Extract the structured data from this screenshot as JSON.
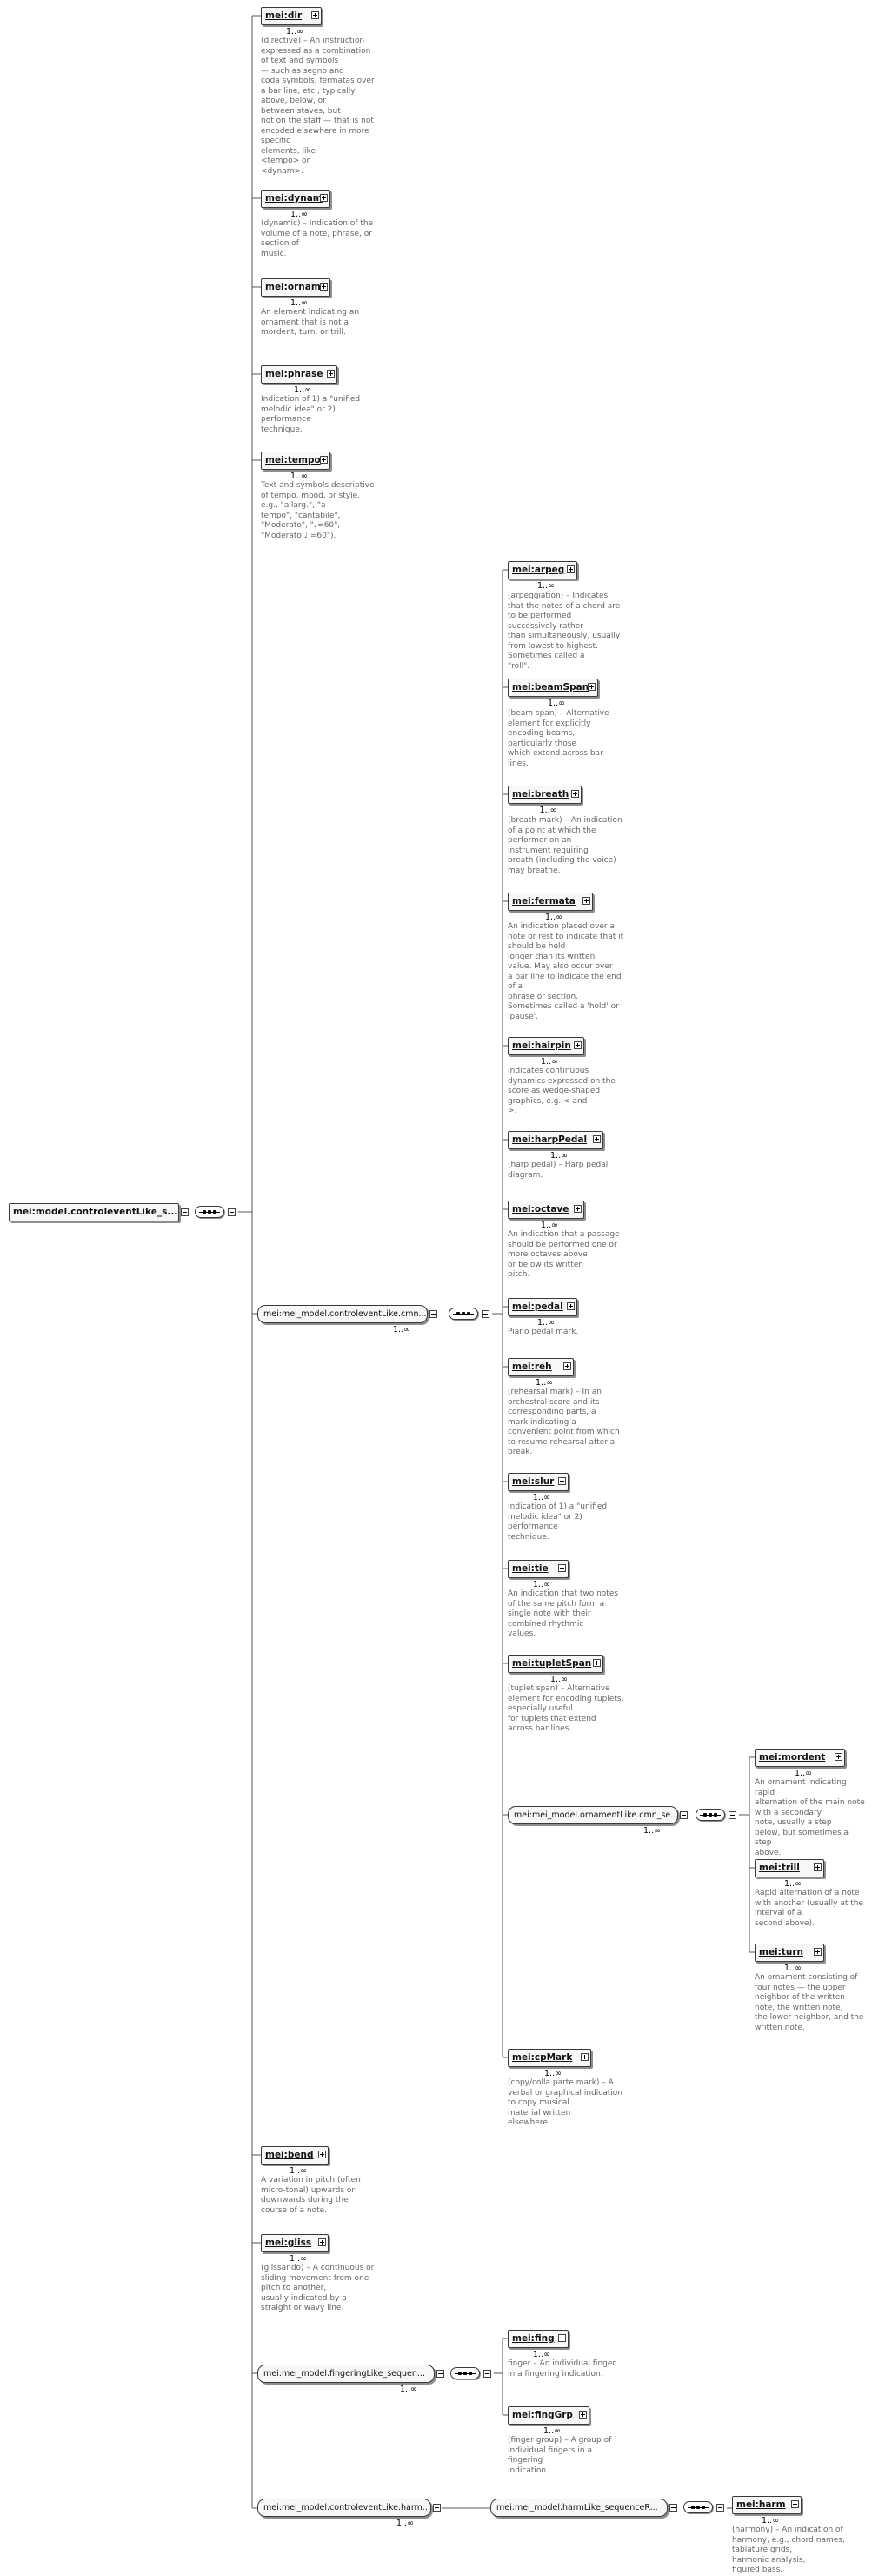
{
  "diagram": {
    "root": {
      "label": "mei:model.controleventLike_s..."
    },
    "elements": [
      {
        "id": "dir",
        "label": "mei:dir",
        "cardinality": "1..∞",
        "doc": "(directive) – An instruction\nexpressed as a combination\nof text and symbols\n        — such as segno and\ncoda symbols, fermatas over\na bar line, etc., typically\nabove, below, or\n        between staves, but\nnot on the staff — that is not\nencoded elsewhere in more\nspecific\n        elements, like\n&lt;tempo&gt; or\n&lt;dynam&gt;."
      },
      {
        "id": "dynam",
        "label": "mei:dynam",
        "cardinality": "1..∞",
        "doc": "(dynamic) – Indication of the\nvolume of a note, phrase, or\nsection of\n        music."
      },
      {
        "id": "ornam",
        "label": "mei:ornam",
        "cardinality": "1..∞",
        "doc": "An element indicating an\nornament that is not a\nmordent, turn, or trill."
      },
      {
        "id": "phrase",
        "label": "mei:phrase",
        "cardinality": "1..∞",
        "doc": "Indication of 1) a \"unified\nmelodic idea\" or 2)\nperformance\n        technique."
      },
      {
        "id": "tempo",
        "label": "mei:tempo",
        "cardinality": "1..∞",
        "doc": "Text and symbols descriptive\nof tempo, mood, or style,\ne.g., \"allarg.\", \"a\n        tempo\", \"cantabile\",\n\"Moderato\", \"♩=60\",\n\"Moderato ♩ =60\")."
      },
      {
        "id": "arpeg",
        "label": "mei:arpeg",
        "cardinality": "1..∞",
        "doc": "(arpeggiation) – Indicates\nthat the notes of a chord are\nto be performed\n        successively rather\nthan simultaneously, usually\nfrom lowest to highest.\nSometimes called a\n        \"roll\"."
      },
      {
        "id": "beamSpan",
        "label": "mei:beamSpan",
        "cardinality": "1..∞",
        "doc": "(beam span) – Alternative\nelement for explicitly\nencoding beams,\n        particularly those\nwhich extend across bar\nlines."
      },
      {
        "id": "breath",
        "label": "mei:breath",
        "cardinality": "1..∞",
        "doc": "(breath mark) – An indication\nof a point at which the\nperformer on an\n        instrument requiring\nbreath (including the voice)\nmay breathe."
      },
      {
        "id": "fermata",
        "label": "mei:fermata",
        "cardinality": "1..∞",
        "doc": "An indication placed over a\nnote or rest to indicate that it\nshould be held\n        longer than its written\nvalue. May also occur over\na bar line to indicate the end\nof a\n        phrase or section.\nSometimes called a 'hold' or\n'pause'."
      },
      {
        "id": "hairpin",
        "label": "mei:hairpin",
        "cardinality": "1..∞",
        "doc": "Indicates continuous\ndynamics expressed on the\nscore as wedge-shaped\n        graphics, e.g. &lt; and\n&gt;."
      },
      {
        "id": "harpPedal",
        "label": "mei:harpPedal",
        "cardinality": "1..∞",
        "doc": "(harp pedal) – Harp pedal\ndiagram."
      },
      {
        "id": "octave",
        "label": "mei:octave",
        "cardinality": "1..∞",
        "doc": "An indication that a passage\nshould be performed one or\nmore octaves above\n        or below its written\npitch."
      },
      {
        "id": "pedal",
        "label": "mei:pedal",
        "cardinality": "1..∞",
        "doc": "Piano pedal mark."
      },
      {
        "id": "reh",
        "label": "mei:reh",
        "cardinality": "1..∞",
        "doc": "(rehearsal mark) – In an\norchestral score and its\ncorresponding parts, a\n        mark indicating a\nconvenient point from which\nto resume rehearsal after a\n        break."
      },
      {
        "id": "slur",
        "label": "mei:slur",
        "cardinality": "1..∞",
        "doc": "Indication of 1) a \"unified\nmelodic idea\" or 2)\nperformance\n        technique."
      },
      {
        "id": "tie",
        "label": "mei:tie",
        "cardinality": "1..∞",
        "doc": "An indication that two notes\nof the same pitch form a\nsingle note with their\n        combined rhythmic\nvalues."
      },
      {
        "id": "tupletSpan",
        "label": "mei:tupletSpan",
        "cardinality": "1..∞",
        "doc": "(tuplet span) – Alternative\nelement for encoding tuplets,\nespecially useful\n        for tuplets that extend\nacross bar lines."
      },
      {
        "id": "mordent",
        "label": "mei:mordent",
        "cardinality": "1..∞",
        "doc": "An ornament indicating rapid\nalternation of the main note\nwith a secondary\n        note, usually a step\nbelow, but sometimes a step\nabove."
      },
      {
        "id": "trill",
        "label": "mei:trill",
        "cardinality": "1..∞",
        "doc": "Rapid alternation of a note\nwith another (usually at the\ninterval of a\n        second above)."
      },
      {
        "id": "turn",
        "label": "mei:turn",
        "cardinality": "1..∞",
        "doc": "An ornament consisting of\nfour notes — the upper\nneighbor of the written\n        note, the written note,\nthe lower neighbor, and the\nwritten note."
      },
      {
        "id": "cpMark",
        "label": "mei:cpMark",
        "cardinality": "1..∞",
        "doc": "(copy/colla parte mark) – A\nverbal or graphical indication\nto copy musical\n        material written\nelsewhere."
      },
      {
        "id": "bend",
        "label": "mei:bend",
        "cardinality": "1..∞",
        "doc": "A variation in pitch (often\nmicro-tonal) upwards or\ndownwards during the\n        course of a note."
      },
      {
        "id": "gliss",
        "label": "mei:gliss",
        "cardinality": "1..∞",
        "doc": "(glissando) – A continuous or\nsliding movement from one\npitch to another,\n        usually indicated by a\nstraight or wavy line."
      },
      {
        "id": "fing",
        "label": "mei:fing",
        "cardinality": "1..∞",
        "doc": "finger – An individual finger\nin a fingering indication."
      },
      {
        "id": "fingGrp",
        "label": "mei:fingGrp",
        "cardinality": "1..∞",
        "doc": "(finger group) – A group of\nindividual fingers in a\nfingering\n        indication."
      },
      {
        "id": "harm",
        "label": "mei:harm",
        "cardinality": "1..∞",
        "doc": "(harmony) – An indication of\nharmony, e.g., chord names,\ntablature grids,\n        harmonic analysis,\nfigured bass."
      }
    ],
    "groups": [
      {
        "id": "cmn",
        "label": "mei:mei_model.controleventLike.cmn...",
        "cardinality": "1..∞"
      },
      {
        "id": "ornament",
        "label": "mei:mei_model.ornamentLike.cmn_se...",
        "cardinality": "1..∞"
      },
      {
        "id": "fingering",
        "label": "mei:mei_model.fingeringLike_sequen...",
        "cardinality": "1..∞"
      },
      {
        "id": "harmgrp",
        "label": "mei:mei_model.controleventLike.harm...",
        "cardinality": "1..∞"
      },
      {
        "id": "harmseq",
        "label": "mei:mei_model.harmLike_sequenceR...",
        "cardinality": ""
      }
    ]
  }
}
